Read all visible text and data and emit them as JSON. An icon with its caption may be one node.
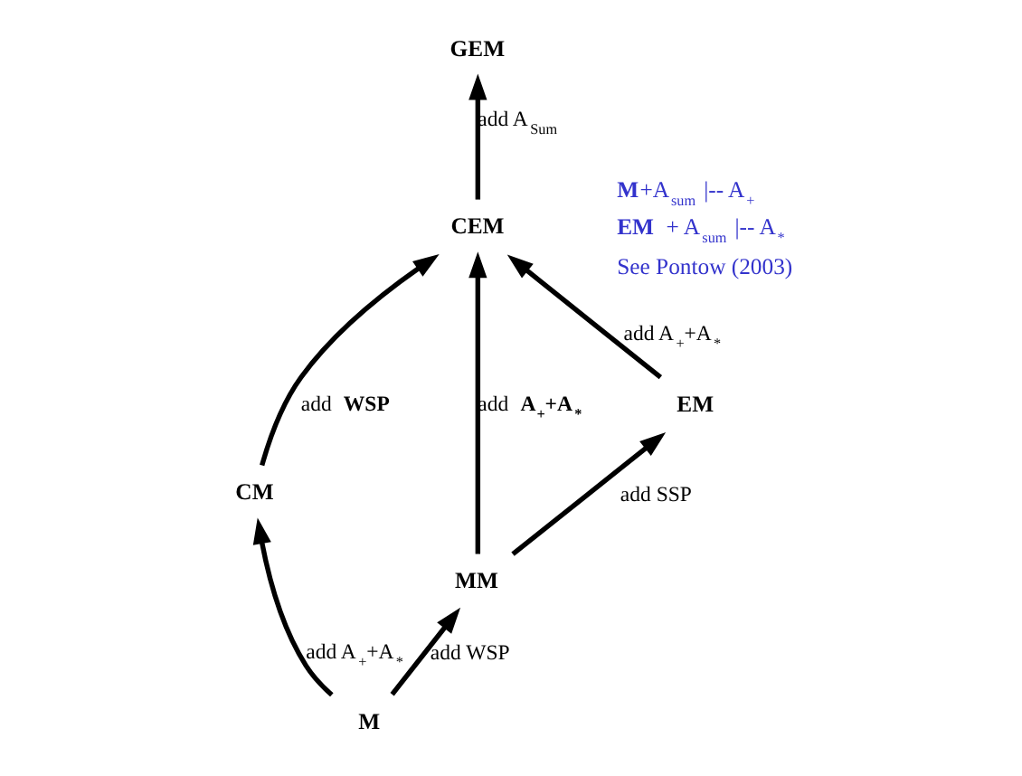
{
  "diagram": {
    "nodes": [
      {
        "text": [
          "GEM"
        ]
      },
      {
        "text": [
          "CEM"
        ]
      },
      {
        "text": [
          "CM"
        ]
      },
      {
        "text": [
          "EM"
        ]
      },
      {
        "text": [
          "MM"
        ]
      },
      {
        "text": [
          "M"
        ]
      }
    ],
    "edges": [
      {
        "from": 1,
        "to": 0,
        "arrow": "to",
        "label": "add A$_{Sum}$"
      },
      {
        "from": 2,
        "to": 1,
        "arrow": "to",
        "label": "add **WSP**"
      },
      {
        "from": 3,
        "to": 1,
        "arrow": "to",
        "label": "add A$_{+}$+A$_{*}$"
      },
      {
        "from": 4,
        "to": 1,
        "arrow": "to",
        "label": "add **A$_{+}$+A$_{*}$**"
      },
      {
        "from": 5,
        "to": 2,
        "arrow": "to",
        "label": "add A$_{+}$+A$_{*}$"
      },
      {
        "from": 4,
        "to": 3,
        "arrow": "to",
        "label": "add SSP"
      },
      {
        "from": 5,
        "to": 4,
        "arrow": "to",
        "label": "add WSP"
      }
    ],
    "labels": [
      "**M**+A$_{sum}$ |-- A$_{+}$",
      "**EM** + A$_{sum}$ |-- A$_{*}$",
      "See Pontow (2003)"
    ]
  }
}
